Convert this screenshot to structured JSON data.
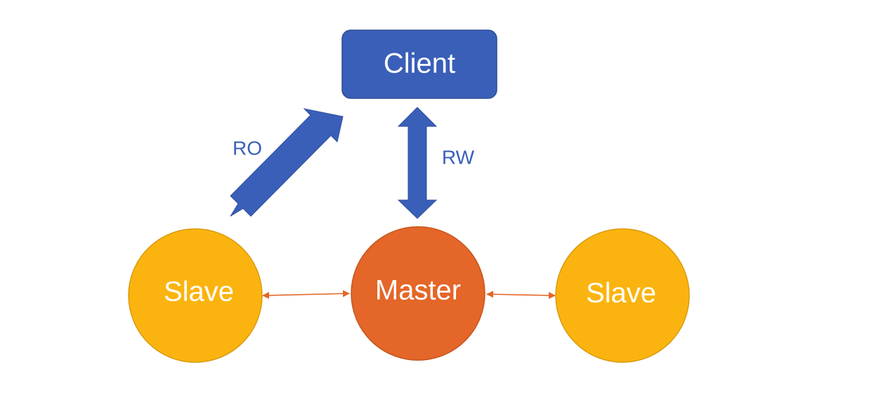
{
  "colors": {
    "client_fill": "#3a5fb8",
    "client_stroke": "#2e4d96",
    "arrow_fill": "#3a5fb8",
    "arrow_stroke": "#2f4f9e",
    "master_fill": "#e46628",
    "master_stroke": "#c4561f",
    "slave_fill": "#fbb40f",
    "slave_stroke": "#d99a0c",
    "link_color": "#e46628",
    "label_color": "#3a5fb8"
  },
  "nodes": {
    "client": {
      "label": "Client"
    },
    "master": {
      "label": "Master"
    },
    "slave_left": {
      "label": "Slave"
    },
    "slave_right": {
      "label": "Slave"
    }
  },
  "edges": {
    "client_slave": {
      "label": "RO"
    },
    "client_master": {
      "label": "RW"
    }
  }
}
